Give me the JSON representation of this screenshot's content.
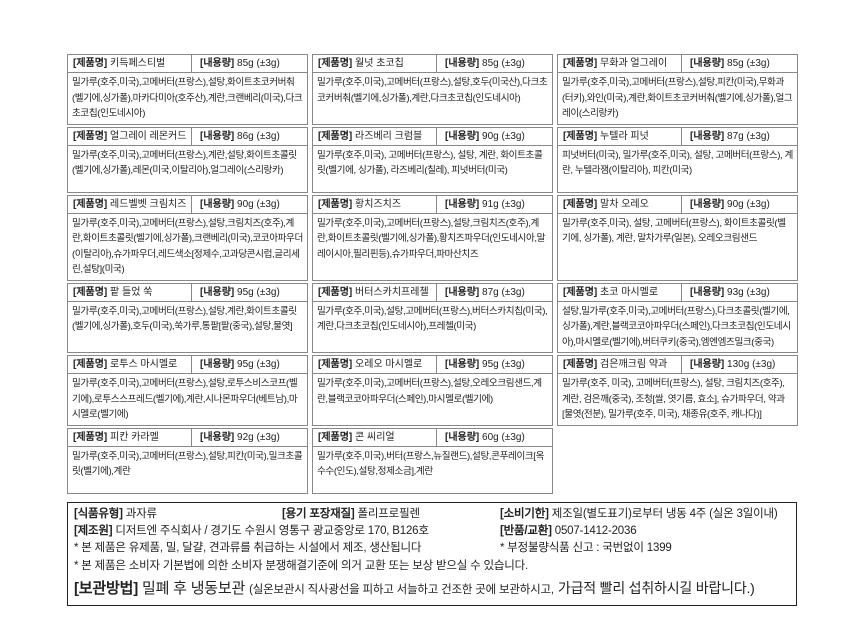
{
  "labels": {
    "name": "[제품명]",
    "weight": "[내용량]"
  },
  "products": [
    {
      "name": "키득페스티벌",
      "weight": "85g (±3g)",
      "ingredients": "밀가루(호주,미국),고메버터(프랑스),설탕,화이트초코커버춰(벨기에,싱가폴),마카다미아(호주산),계란,크랜베리(미국),다크초코칩(인도네시아)"
    },
    {
      "name": "월넛 초코칩",
      "weight": "85g (±3g)",
      "ingredients": "밀가루(호주,미국),고메버터(프랑스),설탕,호두(미국산),다크초코커버춰(벨기에,싱가폴),계란,다크초코칩(인도네시아)"
    },
    {
      "name": "무화과 얼그레이",
      "weight": "85g (±3g)",
      "ingredients": "밀가루(호주,미국),고메버터(프랑스),설탕,피칸(미국),무화과(터키),와인(미국),계란,화이트초코커버춰(벨기에,싱가폴),얼그레이(스리랑카)"
    },
    {
      "name": "얼그레이 레몬커드",
      "weight": "86g (±3g)",
      "ingredients": "밀가루(호주,미국),고메버터(프랑스),계란,설탕,화이트초콜릿(벨기에,싱가폴),레몬(미국,이탈리아),얼그레이(스리랑카)"
    },
    {
      "name": "라즈베리 크럼블",
      "weight": "90g (±3g)",
      "ingredients": "밀가루(호주,미국), 고메버터(프랑스), 설탕, 계란, 화이트초콜릿(벨기에, 싱가폴), 라즈베리(칠레), 피넛버터(미국)"
    },
    {
      "name": "누텔라 피넛",
      "weight": "87g (±3g)",
      "ingredients": "피넛버터(미국), 밀가루(호주,미국), 설탕, 고메버터(프랑스), 계란, 누텔라잼(이탈리아), 피칸(미국)"
    },
    {
      "name": "레드벨벳 크림치즈",
      "weight": "90g (±3g)",
      "ingredients": "밀가루(호주,미국),고메버터(프랑스),설탕,크림치즈(호주),계란,화이트초콜릿(벨기에,싱가폴),크랜베리(미국),코코아파우더(이탈리아),슈가파우더,레드색소[정제수,고과당콘시럽,글리세린,설탕](미국)"
    },
    {
      "name": "황치즈치즈",
      "weight": "91g (±3g)",
      "ingredients": "밀가루(호주,미국),고메버터(프랑스),설탕,크림치즈(호주),계란,화이트초콜릿(벨기에,싱가폴),황치즈파우더(인도네시아,말레이시아,필리핀등),슈가파우더,파마산치즈"
    },
    {
      "name": "말차 오레오",
      "weight": "90g (±3g)",
      "ingredients": "밀가루(호주,미국), 설탕, 고메버터(프랑스), 화이트초콜릿(벨기에, 싱가폴), 계란, 말차가루(일본), 오레오크림샌드"
    },
    {
      "name": "팥 들었 쑥",
      "weight": "95g (±3g)",
      "ingredients": "밀가루(호주,미국),고메버터(프랑스),설탕,계란,화이트초콜릿(벨기에,싱가폴),호두(미국),쑥가루,통팥[팥(중국),설탕,물엿]"
    },
    {
      "name": "버터스카치프레첼",
      "weight": "87g (±3g)",
      "ingredients": "밀가루(호주,미국),설탕,고메버터(프랑스),버터스카치칩(미국),계란,다크초코칩(인도네시아),프레첼(미국)"
    },
    {
      "name": "초코 마시멜로",
      "weight": "93g (±3g)",
      "ingredients": "설탕,밀가루(호주,미국),고메버터(프랑스),다크초콜릿(벨기에,싱가폴),계란,블랙코코아파우더(스페인),다크초코칩(인도네시아),마시멜로(벨기에),버터쿠키(중국),엠엔엠즈밀크(중국)"
    },
    {
      "name": "로투스 마시멜로",
      "weight": "95g (±3g)",
      "ingredients": "밀가루(호주,미국),고메버터(프랑스),설탕,로투스비스코프(벨기에),로투스스프레드(벨기에),계란,시나몬파우더(베트남),마시멜로(벨기에)"
    },
    {
      "name": "오레오 마시멜로",
      "weight": "95g (±3g)",
      "ingredients": "밀가루(호주,미국),고메버터(프랑스),설탕,오레오크림샌드,계란,블랙코코아파우더(스페인),마시멜로(벨기에)"
    },
    {
      "name": "검은깨크림 약과",
      "weight": "130g (±3g)",
      "ingredients": "밀가루(호주, 미국), 고메버터(프랑스), 설탕, 크림치즈(호주), 계란, 검은깨(중국), 조청[쌀, 엿기름, 효소], 슈가파우더, 약과[물엿(전분), 밀가루(호주, 미국), 채종유(호주, 캐나다)]"
    },
    {
      "name": "피칸 카라멜",
      "weight": "92g (±3g)",
      "ingredients": "밀가루(호주,미국),고메버터(프랑스),설탕,피칸(미국),밀크초콜릿(벨기에),계란"
    },
    {
      "name": "콘 씨리얼",
      "weight": "60g (±3g)",
      "ingredients": "밀가루(호주,미국),버터(프랑스,뉴질랜드),설탕,콘푸레이크[옥수수(인도),설탕,정제소금],계란"
    }
  ],
  "footer": {
    "food_type_label": "[식품유형]",
    "food_type": "과자류",
    "package_label": "[용기 포장재질]",
    "package": "폴리프로필렌",
    "expiry_label": "[소비기한]",
    "expiry": "제조일(별도표기)로부터 냉동 4주 (실온 3일이내)",
    "maker_label": "[제조원]",
    "maker": "디저트엔 주식회사 / 경기도 수원시 영통구 광교중앙로 170, B126호",
    "return_label": "[반품/교환]",
    "return": "0507-1412-2036",
    "notice1": "* 본 제품은 유제품, 밀, 달걀, 견과류를 취급하는 시설에서 제조, 생산됩니다",
    "report": "* 부정불량식품 신고 : 국번없이 1399",
    "notice2": "* 본 제품은 소비자 기본법에 의한 소비자 분쟁해결기준에 의거 교환 또는 보상 받으실 수 있습니다.",
    "storage_label": "[보관방법]",
    "storage": "밀폐 후 냉동보관",
    "storage_note": "(실온보관시 직사광선을 피하고 서늘하고 건조한 곳에 보관하시고,",
    "storage_note2": "가급적 빨리 섭취하시길 바랍니다.)"
  }
}
